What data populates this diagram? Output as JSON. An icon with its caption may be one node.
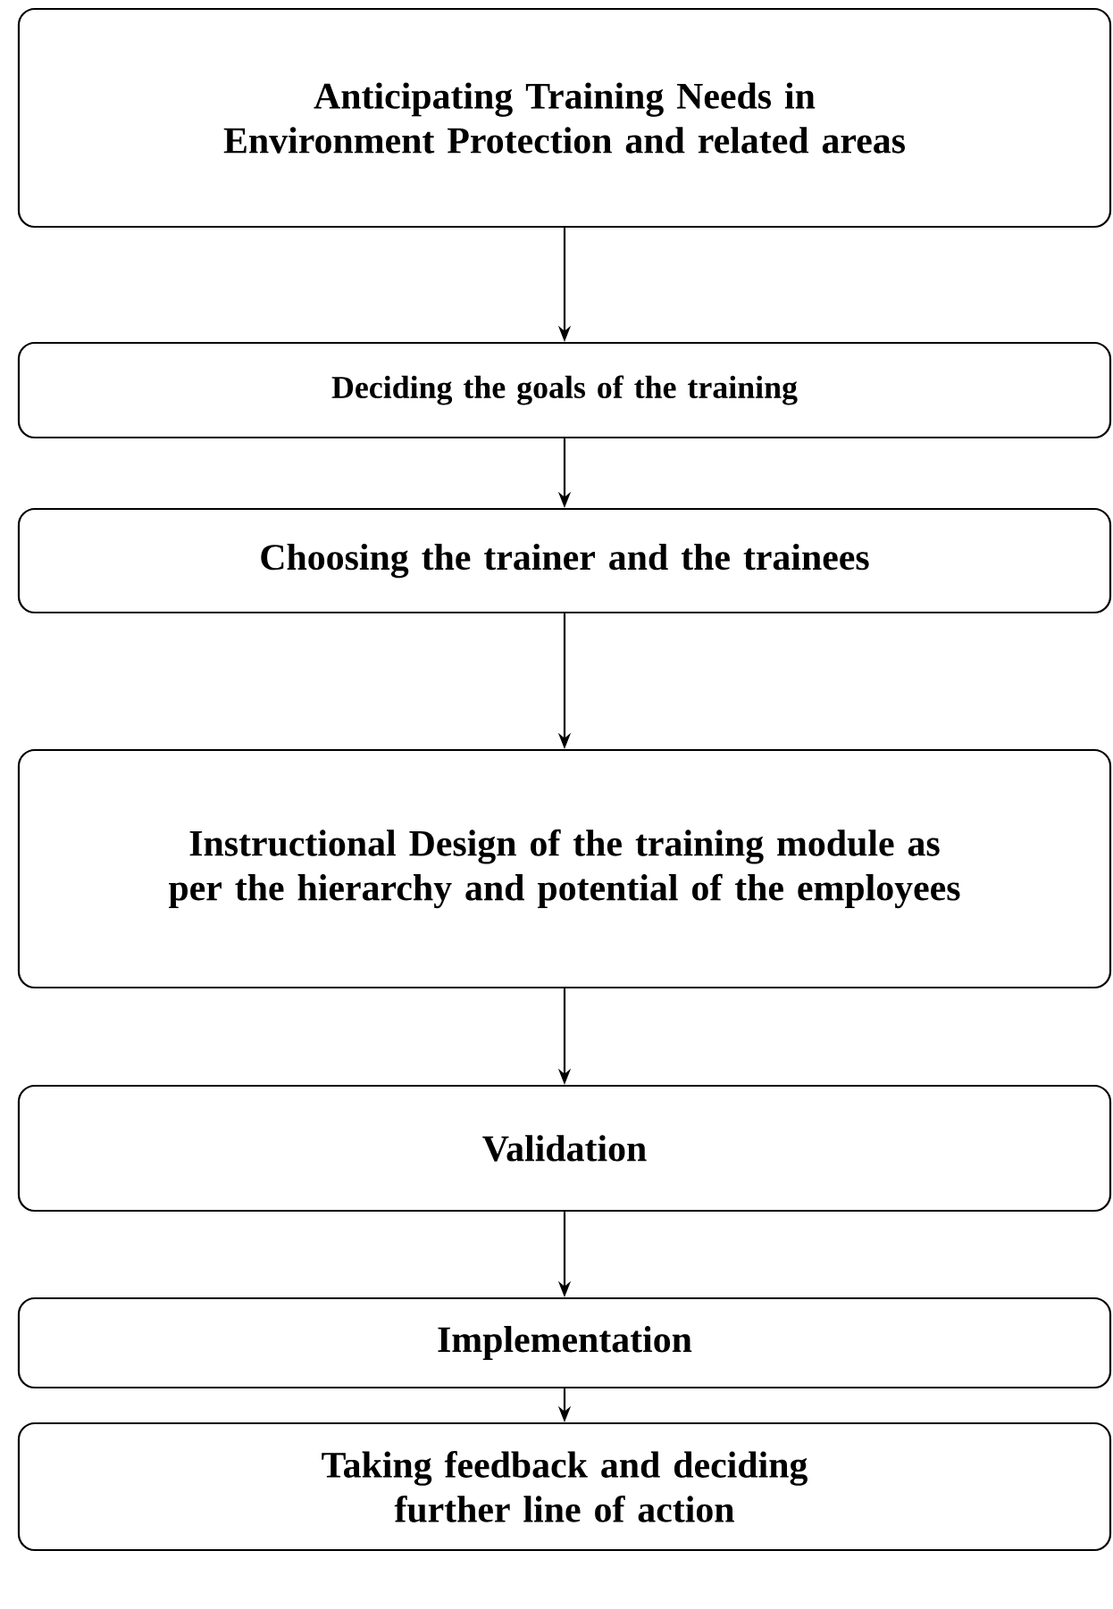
{
  "diagram": {
    "nodes": [
      {
        "text": [
          "Anticipating Training Needs in Environment Protection and related areas"
        ]
      },
      {
        "text": [
          "Deciding the goals of the training"
        ]
      },
      {
        "text": [
          "Choosing the trainer and the trainees"
        ]
      },
      {
        "text": [
          "Instructional Design of the training module as per the hierarchy and potential of the employees"
        ]
      },
      {
        "text": [
          "Validation"
        ]
      },
      {
        "text": [
          "Implementation"
        ]
      },
      {
        "text": [
          "Taking feedback and deciding further line of action"
        ]
      }
    ],
    "edges": [
      {
        "from": 0,
        "to": 1,
        "arrow": "to"
      },
      {
        "from": 1,
        "to": 2,
        "arrow": "to"
      },
      {
        "from": 2,
        "to": 3,
        "arrow": "to"
      },
      {
        "from": 3,
        "to": 4,
        "arrow": "to"
      },
      {
        "from": 4,
        "to": 5,
        "arrow": "to"
      },
      {
        "from": 5,
        "to": 6,
        "arrow": "to"
      }
    ]
  }
}
